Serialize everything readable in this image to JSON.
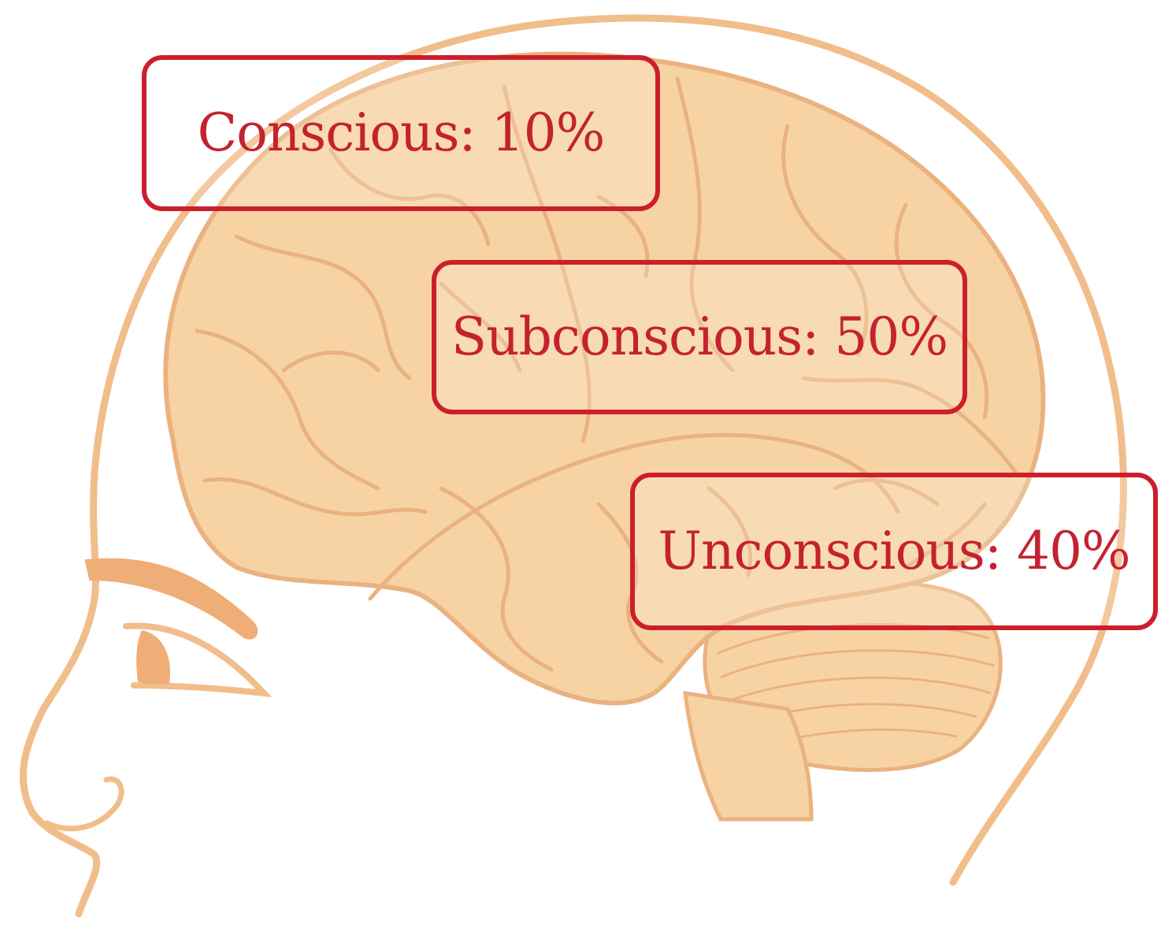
{
  "labels": {
    "conscious": "Conscious: 10%",
    "subconscious": "Subconscious: 50%",
    "unconscious": "Unconscious: 40%"
  },
  "values": {
    "conscious_percent": 10,
    "subconscious_percent": 50,
    "unconscious_percent": 40
  },
  "colors": {
    "box_border": "#cc1f2b",
    "label_text": "#c42230",
    "brain_fill": "#f7d3a4",
    "brain_fold": "#eab27f",
    "head_outline": "#f1bd8a",
    "eye_brow": "#efad77"
  }
}
